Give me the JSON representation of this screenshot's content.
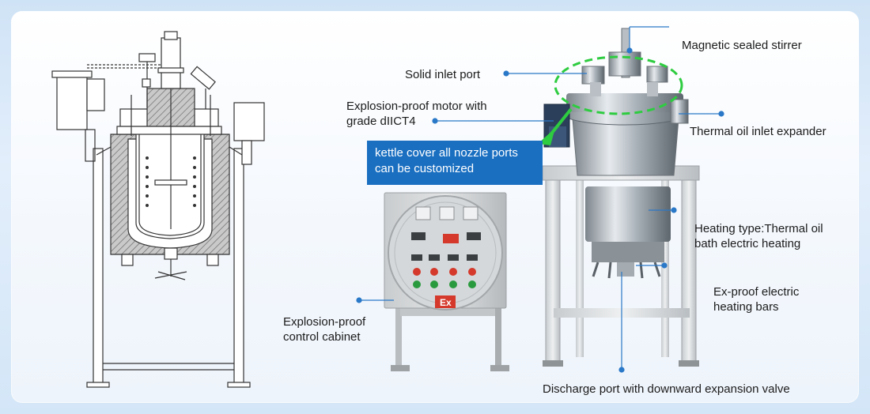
{
  "labels": {
    "magnetic_stirrer": "Magnetic sealed stirrer",
    "solid_inlet": "Solid inlet port",
    "motor": "Explosion-proof  motor with\ngrade dIICT4",
    "thermal_oil_inlet": "Thermal oil inlet expander",
    "callout": "kettle cover all nozzle ports\ncan be customized",
    "heating_type": "Heating type:Thermal oil\nbath electric heating",
    "heating_bars": "Ex-proof electric\nheating bars",
    "control_cabinet": "Explosion-proof\ncontrol cabinet",
    "discharge": "Discharge port with downward expansion valve",
    "cabinet_mark": "Ex"
  },
  "colors": {
    "accent": "#1a6fc1",
    "dot": "#2a78c8",
    "highlight": "#2ecc40",
    "warning": "#d4392b"
  },
  "icons": [
    "reactor-drawing",
    "reactor-photo",
    "control-cabinet"
  ]
}
